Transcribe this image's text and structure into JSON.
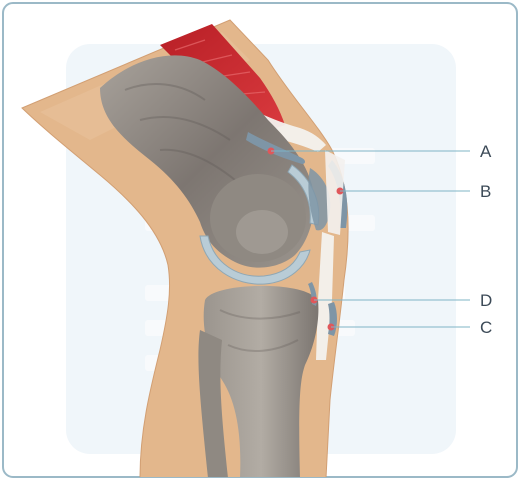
{
  "diagram": {
    "labels": [
      {
        "id": "A",
        "text": "A"
      },
      {
        "id": "B",
        "text": "B"
      },
      {
        "id": "D",
        "text": "D"
      },
      {
        "id": "C",
        "text": "C"
      }
    ],
    "colors": {
      "frame_border": "#9bb9c7",
      "panel_bg": "#eef5fa",
      "skin": "#e3b78c",
      "skin_edge": "#d29f73",
      "bone": "#8f8982",
      "bone_dark": "#5f5955",
      "cartilage": "#b9ccd6",
      "muscle": "#c8282e",
      "tendon": "#f3f1ee",
      "bursa": "#7e95a6",
      "marker": "#e0575a",
      "leader_line": "#7fb4c6",
      "label_text": "#3c4a57"
    }
  }
}
